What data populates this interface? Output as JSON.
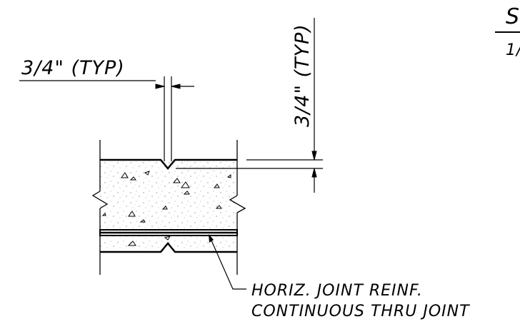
{
  "labels": {
    "horizontal_dimension": "3/4\" (TYP)",
    "vertical_dimension": "3/4\" (TYP)",
    "note_line_1": "HORIZ. JOINT REINF.",
    "note_line_2": "CONTINUOUS THRU JOINT",
    "cropped_top_right": "S",
    "cropped_right_fraction": "1/"
  }
}
